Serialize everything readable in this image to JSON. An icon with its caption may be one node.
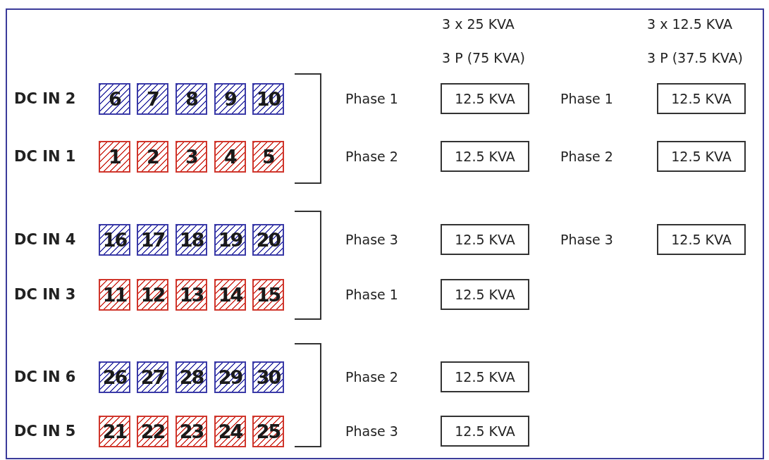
{
  "diagram": {
    "nodes": [
      {
        "text": [
          "6"
        ]
      },
      {
        "text": [
          "7"
        ]
      },
      {
        "text": [
          "8"
        ]
      },
      {
        "text": [
          "9"
        ]
      },
      {
        "text": [
          "10"
        ]
      },
      {
        "text": [
          "12.5 KVA"
        ]
      },
      {
        "text": [
          "12.5 KVA"
        ]
      },
      {
        "text": [
          "1"
        ]
      },
      {
        "text": [
          "2"
        ]
      },
      {
        "text": [
          "3"
        ]
      },
      {
        "text": [
          "4"
        ]
      },
      {
        "text": [
          "5"
        ]
      },
      {
        "text": [
          "12.5 KVA"
        ]
      },
      {
        "text": [
          "12.5 KVA"
        ]
      },
      {
        "text": [
          "16"
        ]
      },
      {
        "text": [
          "17"
        ]
      },
      {
        "text": [
          "18"
        ]
      },
      {
        "text": [
          "19"
        ]
      },
      {
        "text": [
          "20"
        ]
      },
      {
        "text": [
          "12.5 KVA"
        ]
      },
      {
        "text": [
          "12.5 KVA"
        ]
      },
      {
        "text": [
          "11"
        ]
      },
      {
        "text": [
          "12"
        ]
      },
      {
        "text": [
          "13"
        ]
      },
      {
        "text": [
          "14"
        ]
      },
      {
        "text": [
          "15"
        ]
      },
      {
        "text": [
          "12.5 KVA"
        ]
      },
      {
        "text": [
          "26"
        ]
      },
      {
        "text": [
          "27"
        ]
      },
      {
        "text": [
          "28"
        ]
      },
      {
        "text": [
          "29"
        ]
      },
      {
        "text": [
          "30"
        ]
      },
      {
        "text": [
          "12.5 KVA"
        ]
      },
      {
        "text": [
          "21"
        ]
      },
      {
        "text": [
          "22"
        ]
      },
      {
        "text": [
          "23"
        ]
      },
      {
        "text": [
          "24"
        ]
      },
      {
        "text": [
          "25"
        ]
      },
      {
        "text": [
          "12.5 KVA"
        ]
      }
    ],
    "edges": [],
    "labels": [
      "3 x 25 KVA",
      "3 x 12.5 KVA",
      "3 P (75 KVA)",
      "3 P (37.5 KVA)",
      "DC IN 2",
      "Phase 1",
      "Phase 1",
      "DC IN 1",
      "Phase 2",
      "Phase 2",
      "DC IN 4",
      "Phase 3",
      "Phase 3",
      "DC IN 3",
      "Phase 1",
      "DC IN 6",
      "Phase 2",
      "DC IN 5",
      "Phase 3"
    ]
  }
}
